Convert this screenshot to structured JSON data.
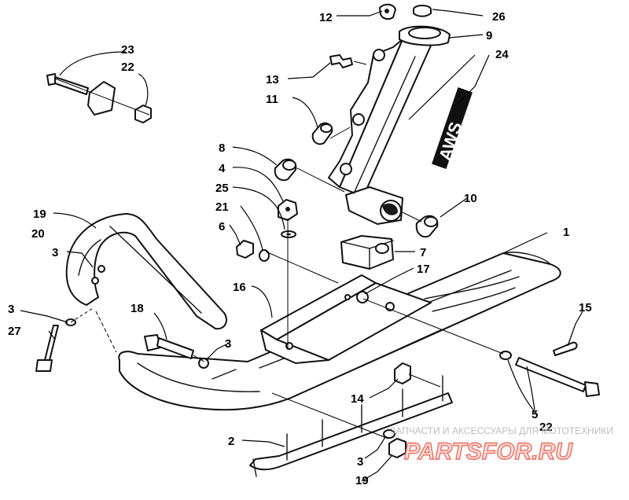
{
  "callouts": [
    {
      "id": "c1",
      "text": "1"
    },
    {
      "id": "c2",
      "text": "2"
    },
    {
      "id": "c3a",
      "text": "3"
    },
    {
      "id": "c3b",
      "text": "3"
    },
    {
      "id": "c3c",
      "text": "3"
    },
    {
      "id": "c3d",
      "text": "3"
    },
    {
      "id": "c4",
      "text": "4"
    },
    {
      "id": "c5",
      "text": "5"
    },
    {
      "id": "c6",
      "text": "6"
    },
    {
      "id": "c7",
      "text": "7"
    },
    {
      "id": "c8",
      "text": "8"
    },
    {
      "id": "c9",
      "text": "9"
    },
    {
      "id": "c10",
      "text": "10"
    },
    {
      "id": "c11",
      "text": "11"
    },
    {
      "id": "c12",
      "text": "12"
    },
    {
      "id": "c13",
      "text": "13"
    },
    {
      "id": "c14",
      "text": "14"
    },
    {
      "id": "c15",
      "text": "15"
    },
    {
      "id": "c16",
      "text": "16"
    },
    {
      "id": "c17",
      "text": "17"
    },
    {
      "id": "c18",
      "text": "18"
    },
    {
      "id": "c19a",
      "text": "19"
    },
    {
      "id": "c19b",
      "text": "19"
    },
    {
      "id": "c20",
      "text": "20"
    },
    {
      "id": "c21",
      "text": "21"
    },
    {
      "id": "c22a",
      "text": "22"
    },
    {
      "id": "c22b",
      "text": "22"
    },
    {
      "id": "c23",
      "text": "23"
    },
    {
      "id": "c24",
      "text": "24"
    },
    {
      "id": "c25",
      "text": "25"
    },
    {
      "id": "c26",
      "text": "26"
    },
    {
      "id": "c27",
      "text": "27"
    }
  ],
  "decal": {
    "logo_text": "AWS"
  },
  "watermark": {
    "caption": "ЗАПЧАСТИ И АКСЕССУАРЫ ДЛЯ МОТОТЕХНИКИ",
    "logo": "PARTSFOR.RU"
  },
  "colors": {
    "ink": "#111111",
    "watermark_red": "#f06a5c",
    "watermark_gray": "#bdbdbd"
  }
}
